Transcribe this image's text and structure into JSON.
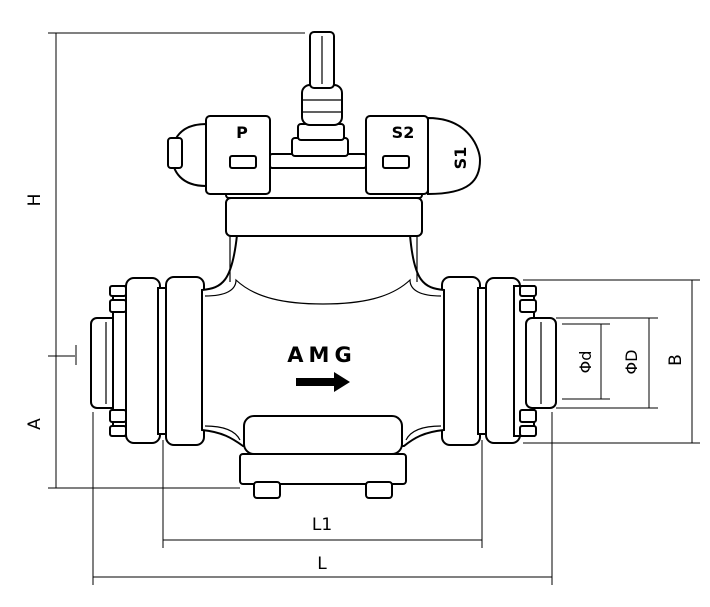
{
  "brand": {
    "label": "AMG"
  },
  "ports": {
    "p_label": "P",
    "s2_label": "S2",
    "s1_label": "S1"
  },
  "dimensions": {
    "h": "H",
    "a": "A",
    "b": "B",
    "l": "L",
    "l1": "L1",
    "od": "ΦD",
    "oid": "Φd"
  },
  "colors": {
    "line": "#000000",
    "background": "#ffffff"
  },
  "icons": {
    "flow": "arrow-right-icon"
  }
}
